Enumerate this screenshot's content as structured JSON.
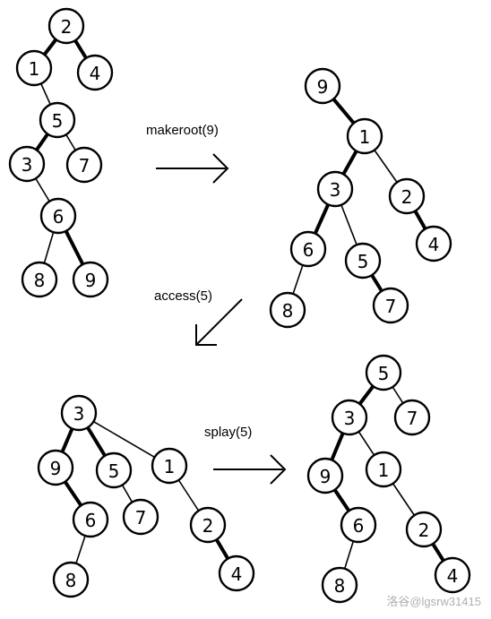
{
  "operations": {
    "makeroot": "makeroot(9)",
    "access": "access(5)",
    "splay": "splay(5)"
  },
  "watermark": "洛谷@lgsrw31415",
  "colors": {
    "stroke": "#000000",
    "node_fill": "#ffffff",
    "watermark": "#b0b0b0"
  },
  "trees": {
    "t1": {
      "nodes": [
        "2",
        "1",
        "4",
        "5",
        "3",
        "7",
        "6",
        "8",
        "9"
      ],
      "edges": [
        [
          "2",
          "1",
          "heavy"
        ],
        [
          "2",
          "4",
          "heavy"
        ],
        [
          "1",
          "5",
          "thin"
        ],
        [
          "5",
          "3",
          "heavy"
        ],
        [
          "5",
          "7",
          "thin"
        ],
        [
          "3",
          "6",
          "thin"
        ],
        [
          "6",
          "8",
          "thin"
        ],
        [
          "6",
          "9",
          "heavy"
        ]
      ]
    },
    "t2": {
      "nodes": [
        "9",
        "1",
        "3",
        "2",
        "6",
        "5",
        "4",
        "8",
        "7"
      ],
      "edges": [
        [
          "9",
          "1",
          "heavy"
        ],
        [
          "1",
          "3",
          "heavy"
        ],
        [
          "1",
          "2",
          "thin"
        ],
        [
          "3",
          "6",
          "heavy"
        ],
        [
          "3",
          "5",
          "thin"
        ],
        [
          "2",
          "4",
          "heavy"
        ],
        [
          "6",
          "8",
          "thin"
        ],
        [
          "5",
          "7",
          "heavy"
        ]
      ]
    },
    "t3": {
      "nodes": [
        "3",
        "9",
        "5",
        "1",
        "6",
        "7",
        "2",
        "8",
        "4"
      ],
      "edges": [
        [
          "3",
          "9",
          "heavy"
        ],
        [
          "3",
          "5",
          "heavy"
        ],
        [
          "3",
          "1",
          "thin"
        ],
        [
          "9",
          "6",
          "heavy"
        ],
        [
          "5",
          "7",
          "thin"
        ],
        [
          "1",
          "2",
          "thin"
        ],
        [
          "6",
          "8",
          "thin"
        ],
        [
          "2",
          "4",
          "heavy"
        ]
      ]
    },
    "t4": {
      "nodes": [
        "5",
        "3",
        "7",
        "9",
        "1",
        "6",
        "2",
        "8",
        "4"
      ],
      "edges": [
        [
          "5",
          "3",
          "heavy"
        ],
        [
          "5",
          "7",
          "thin"
        ],
        [
          "3",
          "9",
          "heavy"
        ],
        [
          "3",
          "1",
          "thin"
        ],
        [
          "9",
          "6",
          "heavy"
        ],
        [
          "1",
          "2",
          "thin"
        ],
        [
          "6",
          "8",
          "thin"
        ],
        [
          "2",
          "4",
          "heavy"
        ]
      ]
    }
  }
}
